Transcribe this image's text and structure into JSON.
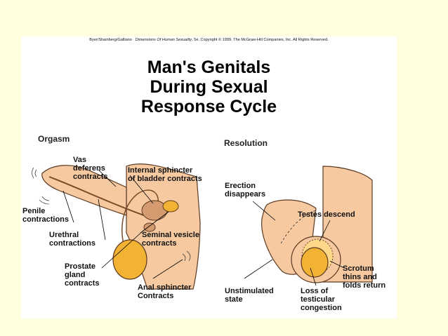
{
  "header": {
    "authors": "Byer/Shainberg/Galliano",
    "book_title": "Dimensions Of Human Sexuality",
    "edition_copyright": ", 5e. Copyright © 1999. The McGraw-Hill Companies, Inc. All Rights Reserved."
  },
  "title_lines": [
    "Man's Genitals",
    "During Sexual",
    "Response Cycle"
  ],
  "orgasm": {
    "heading": "Orgasm",
    "labels": {
      "vas_deferens": [
        "Vas",
        "deferens",
        "contracts"
      ],
      "internal_sphincter": [
        "Internal sphincter",
        "of bladder contracts"
      ],
      "penile": [
        "Penile",
        "contractions"
      ],
      "urethral": [
        "Urethral",
        "contractions"
      ],
      "seminal": [
        "Seminal vesicle",
        "contracts"
      ],
      "prostate": [
        "Prostate",
        "gland",
        "contracts"
      ],
      "anal": [
        "Anal sphincter",
        "Contracts"
      ]
    }
  },
  "resolution": {
    "heading": "Resolution",
    "labels": {
      "erection": [
        "Erection",
        "disappears"
      ],
      "testes": [
        "Testes descend"
      ],
      "scrotum": [
        "Scrotum",
        "thins and",
        "folds return"
      ],
      "unstimulated": [
        "Unstimulated",
        "state"
      ],
      "loss": [
        "Loss of",
        "testicular",
        "congestion"
      ]
    }
  },
  "colors": {
    "background": "#ffffe0",
    "skin": "#f6c9a0",
    "skin_outline": "#5a3a22",
    "testis": "#f2b233",
    "gland": "#d49a70"
  }
}
